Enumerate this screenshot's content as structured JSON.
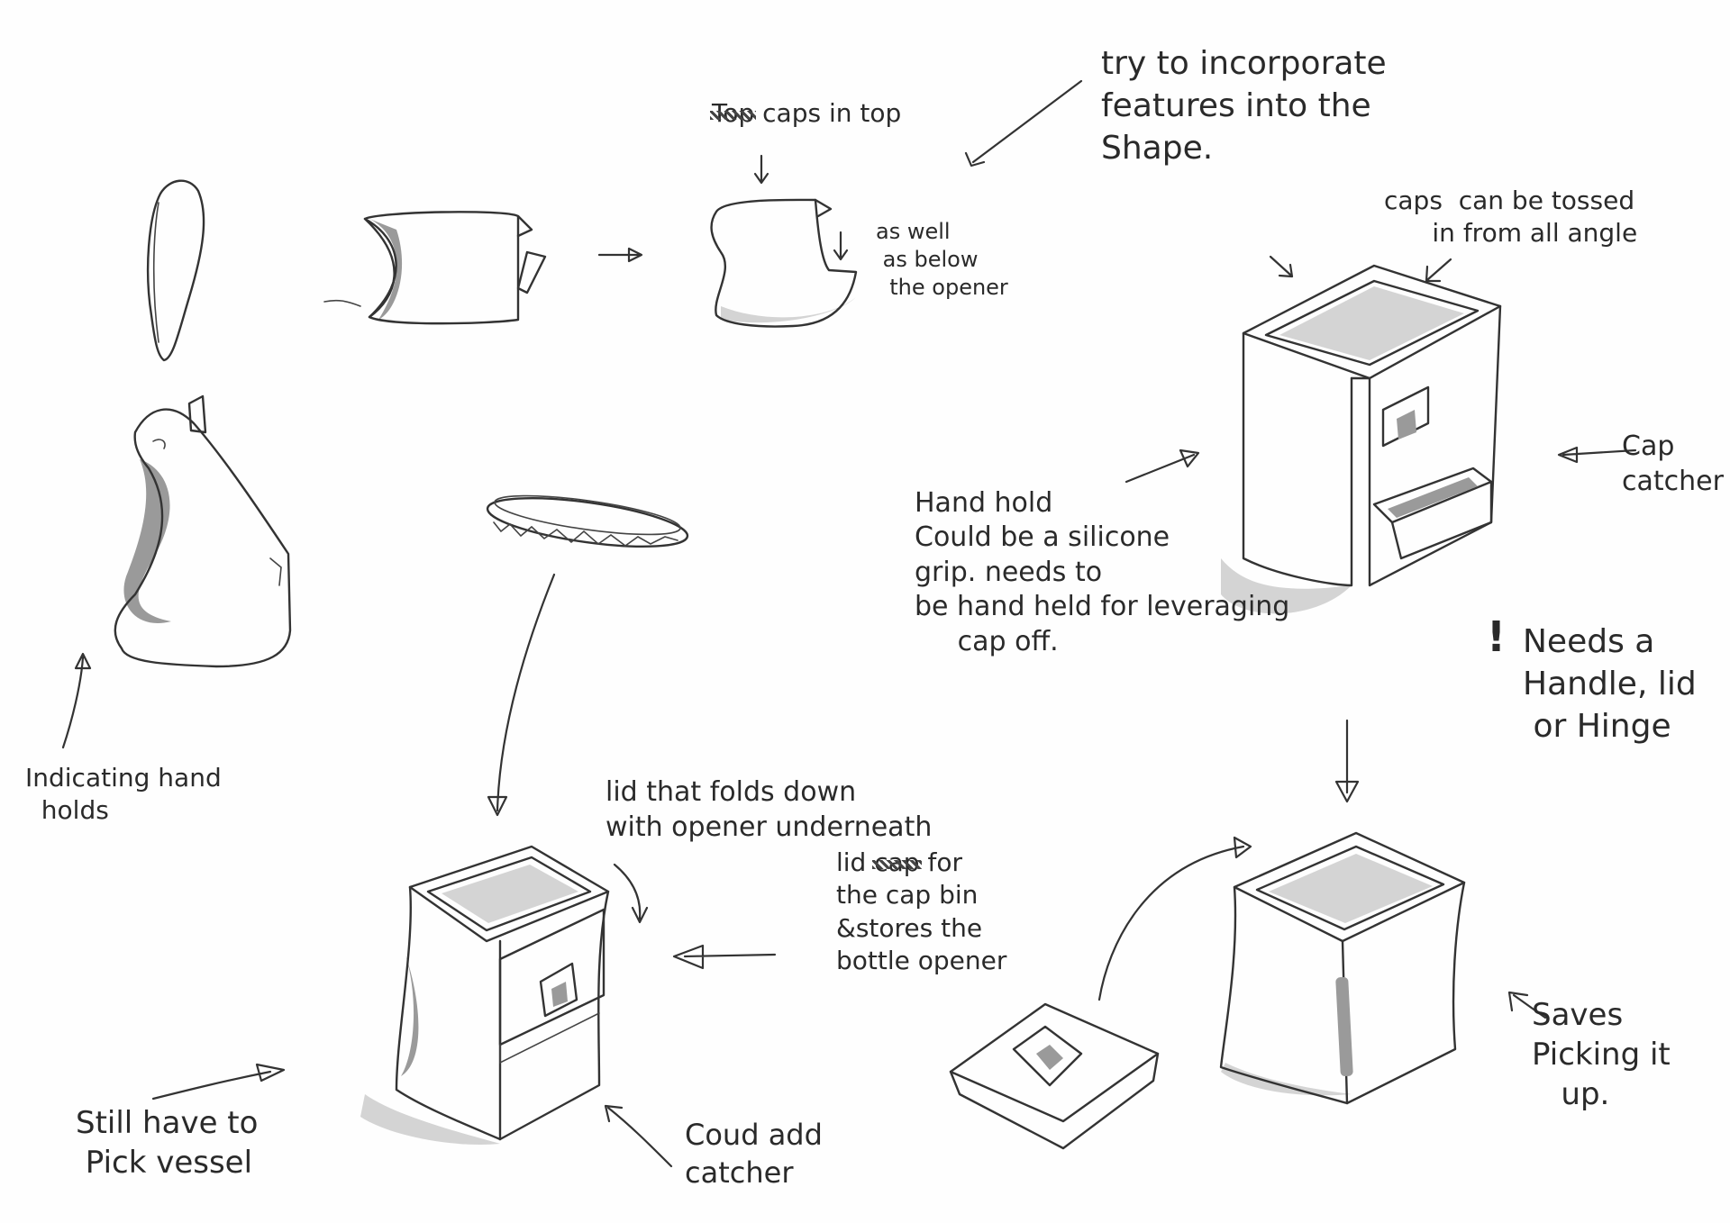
{
  "notes": {
    "caps_in_top": "caps in top",
    "caps_in_top_struck": "Top",
    "as_well_as_below": "as well\n as below\n  the opener",
    "incorporate": "try to incorporate\nfeatures into the\nShape.",
    "caps_tossed": "caps  can be tossed\n      in from all angle",
    "cap_catcher": "Cap\ncatcher",
    "hand_hold": "Hand hold\nCould be a silicone\ngrip. needs to\nbe hand held for leveraging\n     cap off.",
    "needs_handle_mark": "!",
    "needs_handle": "Needs a\nHandle, lid\n or Hinge",
    "indicating_hand_holds": "Indicating hand\n  holds",
    "lid_folds": "lid that folds down\nwith opener underneath",
    "lid_cap_bin_pre": "lid ",
    "lid_cap_bin_struck": "cap",
    "lid_cap_bin_post": " for\nthe cap bin\n&stores the\nbottle opener",
    "saves_picking": "Saves\nPicking it\n   up.",
    "still_have_to": "Still have to\n Pick vessel",
    "could_add_catcher": "Coud add\ncatcher"
  }
}
